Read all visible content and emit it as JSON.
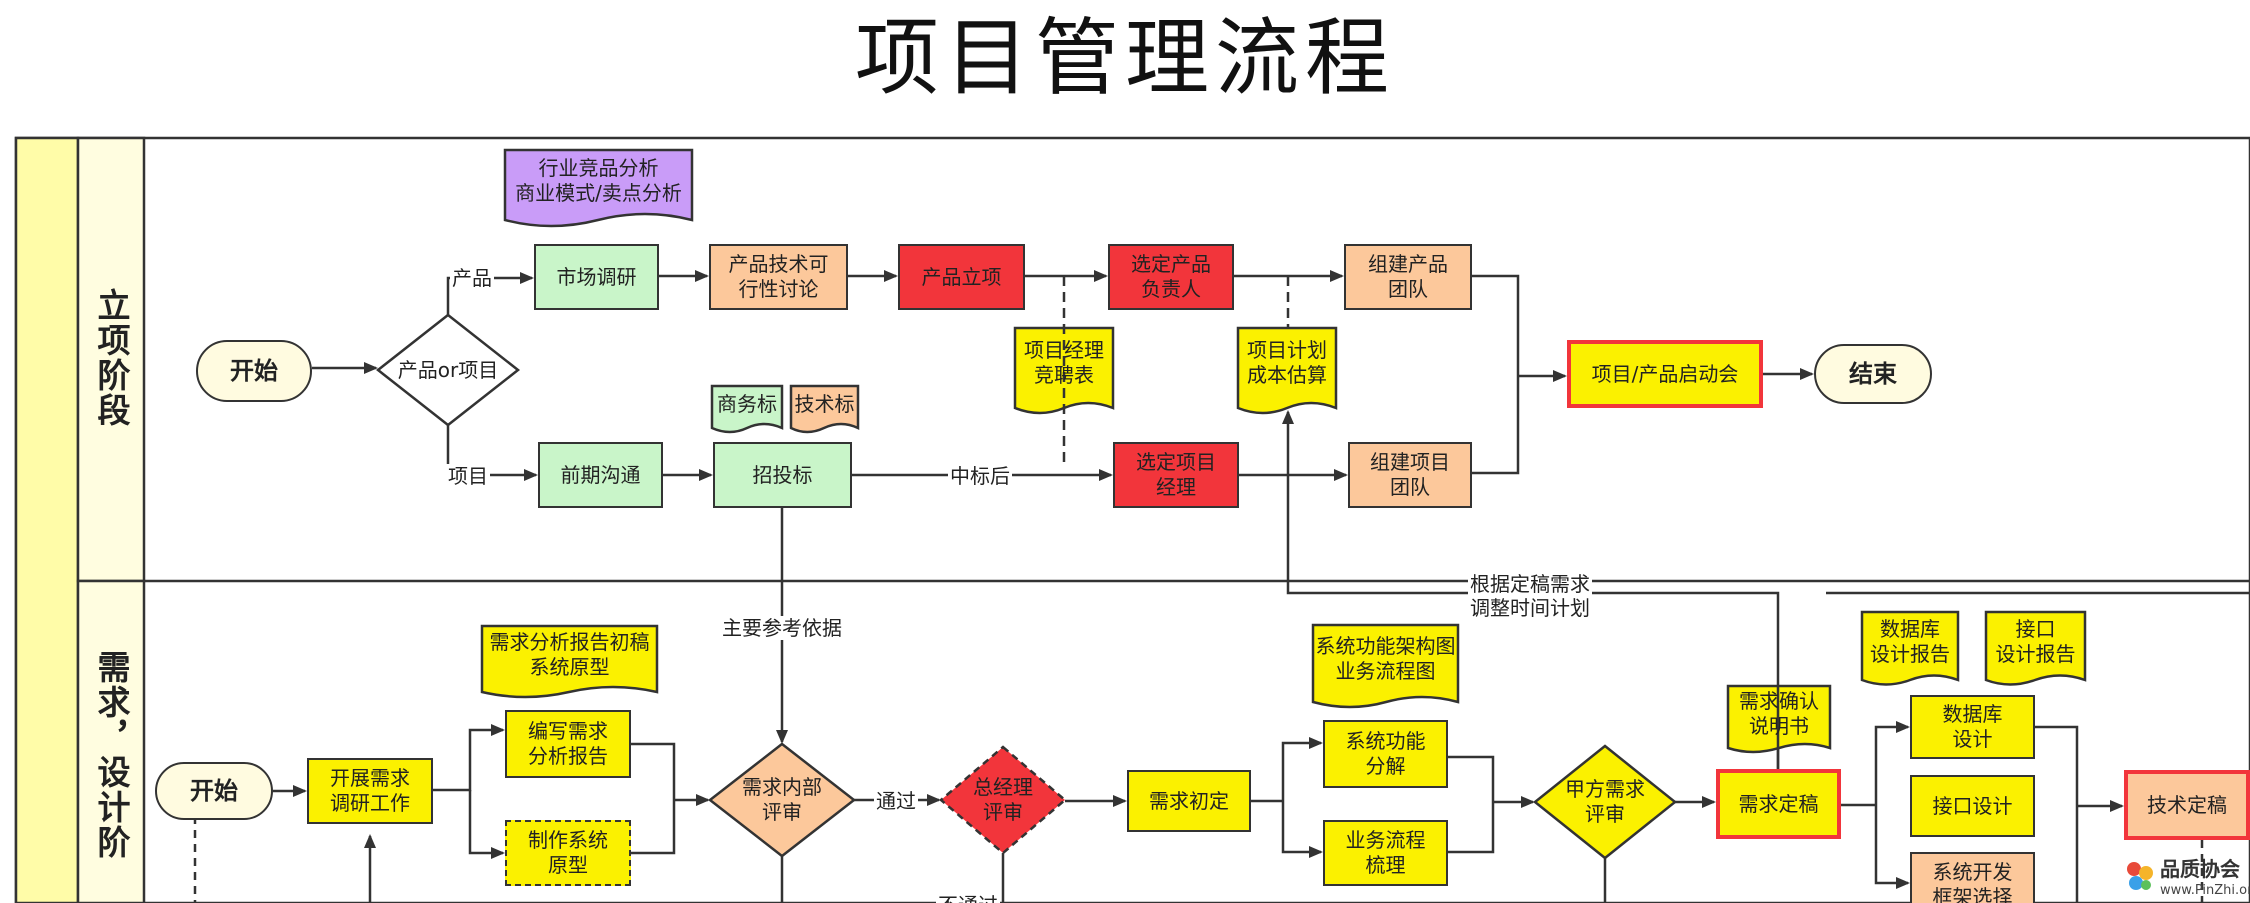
{
  "title": "项目管理流程",
  "lanes": {
    "stage1": "立项阶段",
    "stage2": "需求，设计阶"
  },
  "nodes": {
    "start1": "开始",
    "decision_product_or_project": "产品or项目",
    "market_research": "市场调研",
    "industry_analysis_doc": "行业竞品分析\n商业模式/卖点分析",
    "feasibility": "产品技术可\n行性讨论",
    "product_approval": "产品立项",
    "select_product_owner": "选定产品\n负责人",
    "build_product_team": "组建产品\n团队",
    "pm_hiring_doc": "项目经理\n竞聘表",
    "plan_cost_doc": "项目计划\n成本估算",
    "kickoff": "项目/产品启动会",
    "end1": "结束",
    "early_communication": "前期沟通",
    "bidding": "招投标",
    "business_bid_doc": "商务标",
    "tech_bid_doc": "技术标",
    "select_pm": "选定项目\n经理",
    "build_project_team": "组建项目\n团队",
    "start2": "开始",
    "req_research": "开展需求\n调研工作",
    "req_draft_doc": "需求分析报告初稿\n系统原型",
    "write_req_report": "编写需求\n分析报告",
    "make_prototype": "制作系统\n原型",
    "internal_review": "需求内部\n评审",
    "gm_review": "总经理\n评审",
    "req_initial": "需求初定",
    "arch_doc": "系统功能架构图\n业务流程图",
    "func_decomp": "系统功能\n分解",
    "biz_flow": "业务流程\n梳理",
    "client_review": "甲方需求\n评审",
    "req_confirm_doc": "需求确认\n说明书",
    "req_final": "需求定稿",
    "db_design_doc": "数据库\n设计报告",
    "api_design_doc": "接口\n设计报告",
    "db_design": "数据库\n设计",
    "api_design": "接口设计",
    "framework_select": "系统开发\n框架选择",
    "tech_final": "技术定稿"
  },
  "edge_labels": {
    "product": "产品",
    "project": "项目",
    "after_winning": "中标后",
    "main_reference": "主要参考依据",
    "adjust_plan": "根据定稿需求\n调整时间计划",
    "passed": "通过",
    "not_passed": "不通过"
  },
  "watermark": {
    "name": "品质协会",
    "url": "www.PinZhi.org"
  },
  "colors": {
    "lane_outer": "#fffca8",
    "lane_header": "#fffde0",
    "green": "#c9f5c9",
    "peach": "#fcc89b",
    "red": "#f2353b",
    "yellow": "#fbf100",
    "purple": "#c99cf8",
    "terminal": "#fffbe0",
    "line": "#333333"
  }
}
